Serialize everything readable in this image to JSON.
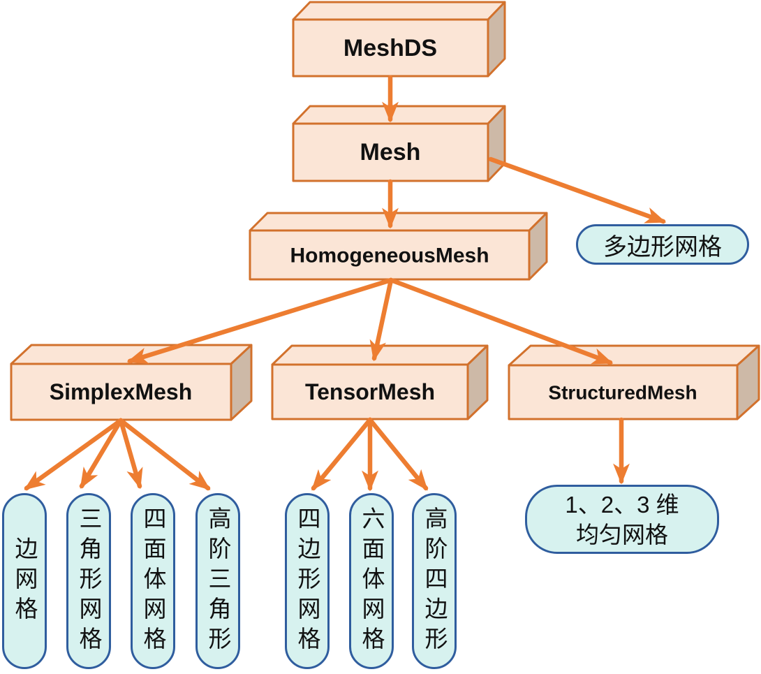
{
  "diagram": {
    "title": "Mesh class hierarchy diagram",
    "colors": {
      "background": "#ffffff",
      "box_fill": "#FBE5D6",
      "box_side_fill": "#CDB9A7",
      "box_stroke": "#D2712C",
      "arrow": "#ED7D31",
      "pill_fill": "#D7F2EF",
      "pill_stroke": "#2F5D9E",
      "text": "#111111"
    },
    "nodes": {
      "meshds": {
        "label": "MeshDS"
      },
      "mesh": {
        "label": "Mesh"
      },
      "homogeneous": {
        "label": "HomogeneousMesh"
      },
      "simplex": {
        "label": "SimplexMesh"
      },
      "tensor": {
        "label": "TensorMesh"
      },
      "structured": {
        "label": "StructuredMesh"
      },
      "polygon": {
        "label": "多边形网格"
      },
      "edge": {
        "label": "边网格"
      },
      "triangle": {
        "label": "三角形网格"
      },
      "tetrahedron": {
        "label": "四面体网格"
      },
      "high_order_triangle": {
        "label": "高阶三角形"
      },
      "quadrilateral": {
        "label": "四边形网格"
      },
      "hexahedron": {
        "label": "六面体网格"
      },
      "high_order_quad": {
        "label": "高阶四边形"
      },
      "uniform": {
        "label_line1": "1、2、3 维",
        "label_line2": "均匀网格"
      }
    },
    "edges": [
      "MeshDS -> Mesh",
      "Mesh -> HomogeneousMesh",
      "Mesh -> 多边形网格",
      "HomogeneousMesh -> SimplexMesh",
      "HomogeneousMesh -> TensorMesh",
      "HomogeneousMesh -> StructuredMesh",
      "SimplexMesh -> 边网格",
      "SimplexMesh -> 三角形网格",
      "SimplexMesh -> 四面体网格",
      "SimplexMesh -> 高阶三角形",
      "TensorMesh -> 四边形网格",
      "TensorMesh -> 六面体网格",
      "TensorMesh -> 高阶四边形",
      "StructuredMesh -> 1、2、3 维均匀网格"
    ]
  }
}
